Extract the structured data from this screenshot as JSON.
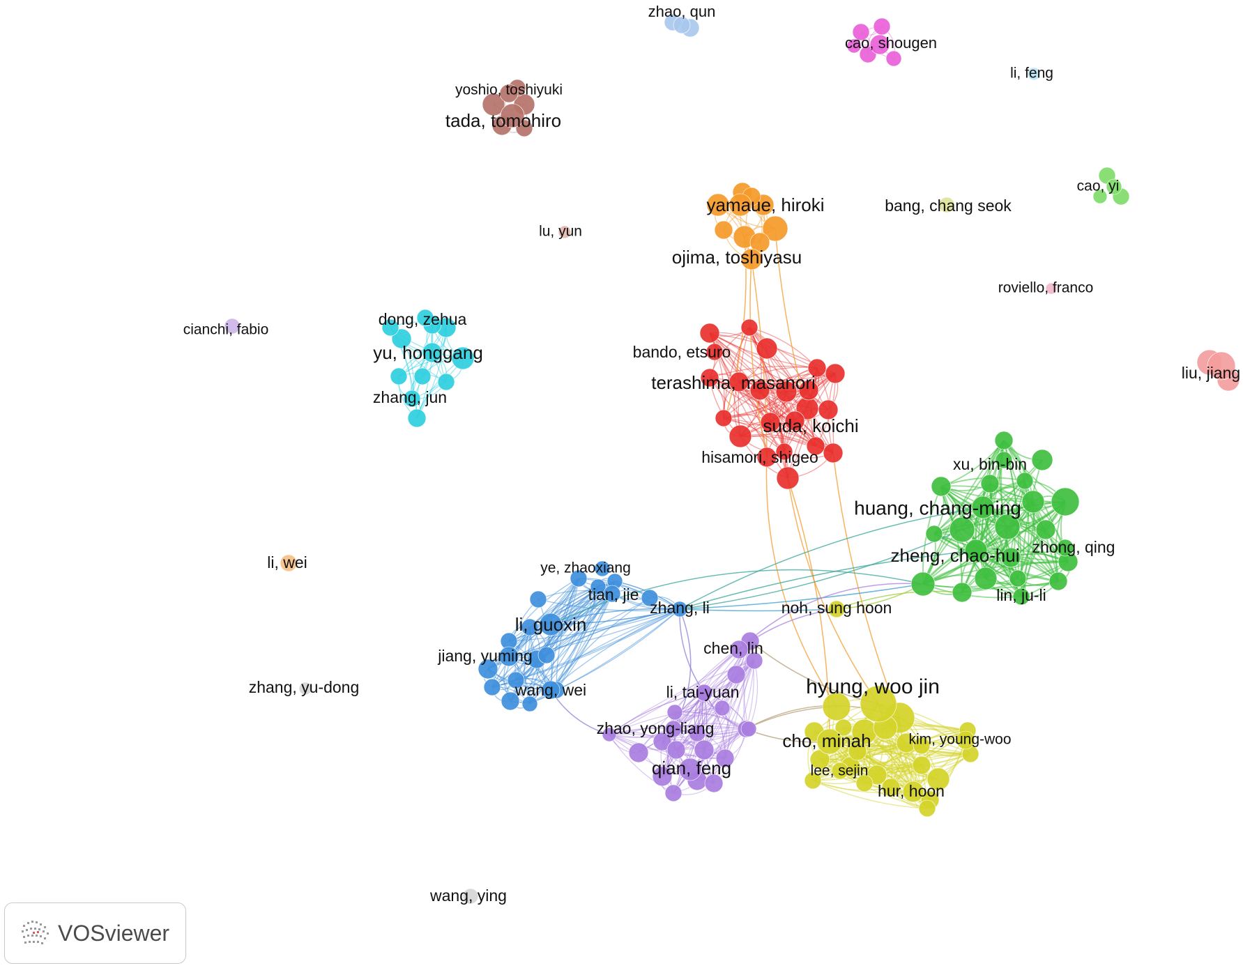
{
  "app": {
    "brand": "VOSviewer",
    "logo_icon": "vosviewer-logo-icon"
  },
  "clusters": {
    "red": "#e8302e",
    "green": "#3fbf3f",
    "blue": "#3f8fdc",
    "yellow": "#d4d42a",
    "purple": "#a97ee0",
    "cyan": "#2fcfe0",
    "orange": "#f59a2a",
    "brown": "#b5736a",
    "pink": "#e95fd8",
    "lightblue": "#a9c8ee",
    "lime": "#7fdc6a",
    "olive": "#dfe39a",
    "salmon": "#f39d9d",
    "peach": "#f7c088",
    "lavender": "#cdb5e8",
    "rose": "#f1b7c9",
    "gray": "#d6d6d6",
    "lightcyan": "#b8e4f5",
    "tan": "#e2b7ae"
  },
  "labels": {
    "zhao_qun": "zhao, qun",
    "cao_shougen": "cao, shougen",
    "li_feng": "li, feng",
    "yoshio_toshiyuki": "yoshio, toshiyuki",
    "tada_tomohiro": "tada, tomohiro",
    "yamaue_hiroki": "yamaue, hiroki",
    "bang_chang_seok": "bang, chang seok",
    "cao_yi": "cao, yi",
    "lu_yun": "lu, yun",
    "ojima_toshiyasu": "ojima, toshiyasu",
    "roviello_franco": "roviello, franco",
    "cianchi_fabio": "cianchi, fabio",
    "dong_zehua": "dong, zehua",
    "yu_honggang": "yu, honggang",
    "zhang_jun": "zhang, jun",
    "bando_etsuro": "bando, etsuro",
    "terashima_masanori": "terashima, masanori",
    "suda_koichi": "suda, koichi",
    "liu_jiang": "liu, jiang",
    "hisamori_shigeo": "hisamori, shigeo",
    "xu_bin_bin": "xu, bin-bin",
    "huang_chang_ming": "huang, chang-ming",
    "zheng_chao_hui": "zheng, chao-hui",
    "zhong_qing": "zhong, qing",
    "lin_ju_li": "lin, ju-li",
    "li_wei": "li, wei",
    "ye_zhaoxiang": "ye, zhaoxiang",
    "tian_jie": "tian, jie",
    "zhang_li": "zhang, li",
    "noh_sung_hoon": "noh, sung hoon",
    "li_guoxin": "li, guoxin",
    "chen_lin": "chen, lin",
    "jiang_yuming": "jiang, yuming",
    "zhang_yu_dong": "zhang, yu-dong",
    "hyung_woo_jin": "hyung, woo jin",
    "wang_wei": "wang, wei",
    "li_tai_yuan": "li, tai-yuan",
    "zhao_yong_liang": "zhao, yong-liang",
    "cho_minah": "cho, minah",
    "kim_young_woo": "kim, young-woo",
    "qian_feng": "qian, feng",
    "lee_sejin": "lee, sejin",
    "hur_hoon": "hur, hoon",
    "wang_ying": "wang, ying"
  }
}
